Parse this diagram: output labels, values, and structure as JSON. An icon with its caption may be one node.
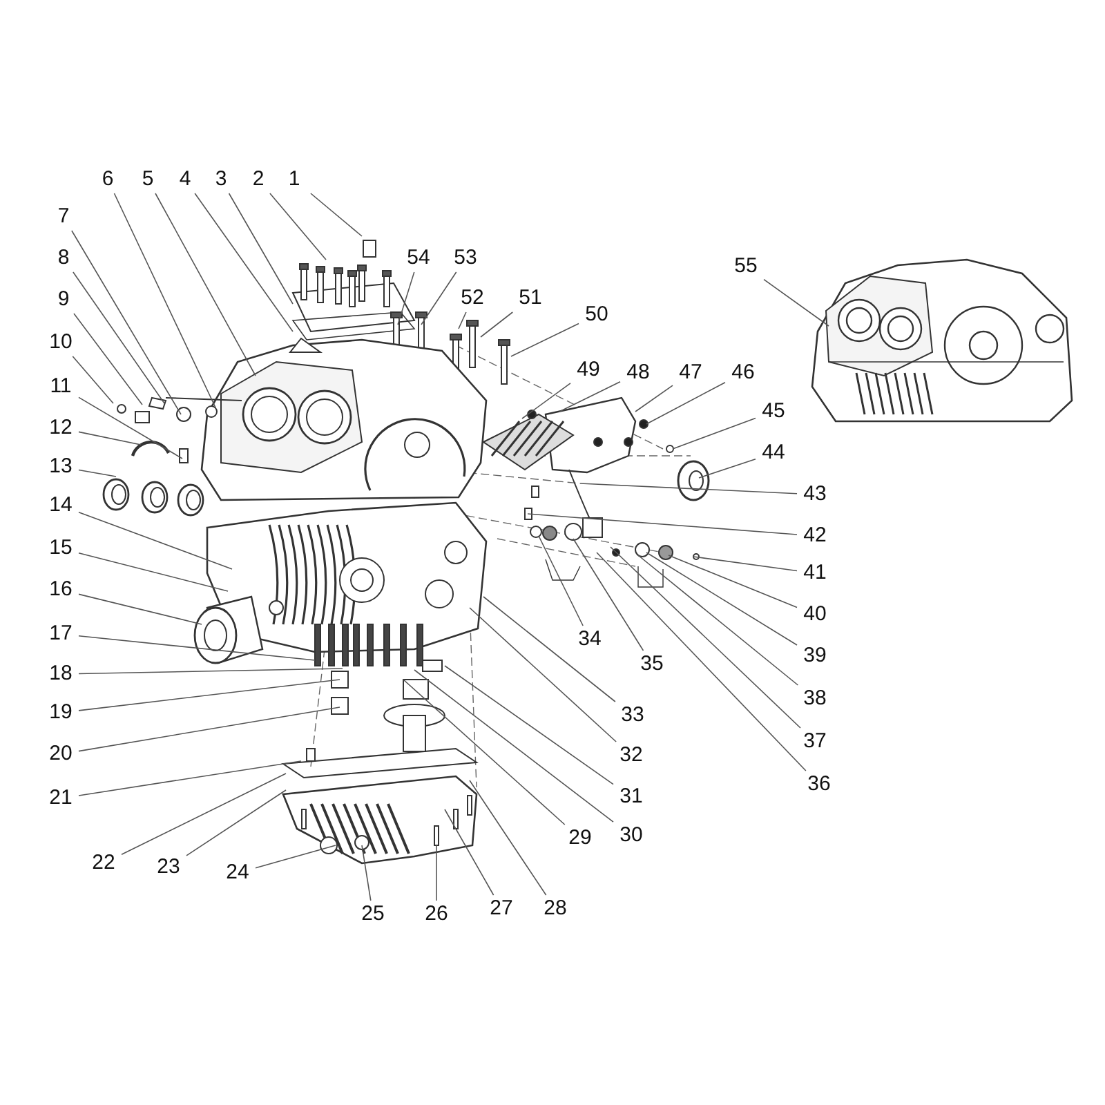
{
  "diagram": {
    "nodes": [
      {
        "text": [
          "1"
        ]
      },
      {
        "text": [
          "2"
        ]
      },
      {
        "text": [
          "3"
        ]
      },
      {
        "text": [
          "4"
        ]
      },
      {
        "text": [
          "5"
        ]
      },
      {
        "text": [
          "6"
        ]
      },
      {
        "text": [
          "7"
        ]
      },
      {
        "text": [
          "8"
        ]
      },
      {
        "text": [
          "9"
        ]
      },
      {
        "text": [
          "10"
        ]
      },
      {
        "text": [
          "11"
        ]
      },
      {
        "text": [
          "12"
        ]
      },
      {
        "text": [
          "13"
        ]
      },
      {
        "text": [
          "14"
        ]
      },
      {
        "text": [
          "15"
        ]
      },
      {
        "text": [
          "16"
        ]
      },
      {
        "text": [
          "17"
        ]
      },
      {
        "text": [
          "18"
        ]
      },
      {
        "text": [
          "19"
        ]
      },
      {
        "text": [
          "20"
        ]
      },
      {
        "text": [
          "21"
        ]
      },
      {
        "text": [
          "22"
        ]
      },
      {
        "text": [
          "23"
        ]
      },
      {
        "text": [
          "24"
        ]
      },
      {
        "text": [
          "25"
        ]
      },
      {
        "text": [
          "26"
        ]
      },
      {
        "text": [
          "27"
        ]
      },
      {
        "text": [
          "28"
        ]
      },
      {
        "text": [
          "29"
        ]
      },
      {
        "text": [
          "30"
        ]
      },
      {
        "text": [
          "31"
        ]
      },
      {
        "text": [
          "32"
        ]
      },
      {
        "text": [
          "33"
        ]
      },
      {
        "text": [
          "34"
        ]
      },
      {
        "text": [
          "35"
        ]
      },
      {
        "text": [
          "36"
        ]
      },
      {
        "text": [
          "37"
        ]
      },
      {
        "text": [
          "38"
        ]
      },
      {
        "text": [
          "39"
        ]
      },
      {
        "text": [
          "40"
        ]
      },
      {
        "text": [
          "41"
        ]
      },
      {
        "text": [
          "42"
        ]
      },
      {
        "text": [
          "43"
        ]
      },
      {
        "text": [
          "44"
        ]
      },
      {
        "text": [
          "45"
        ]
      },
      {
        "text": [
          "46"
        ]
      },
      {
        "text": [
          "47"
        ]
      },
      {
        "text": [
          "48"
        ]
      },
      {
        "text": [
          "49"
        ]
      },
      {
        "text": [
          "50"
        ]
      },
      {
        "text": [
          "51"
        ]
      },
      {
        "text": [
          "52"
        ]
      },
      {
        "text": [
          "53"
        ]
      },
      {
        "text": [
          "54"
        ]
      },
      {
        "text": [
          "55"
        ]
      }
    ],
    "edges": [
      {
        "from": 0,
        "to": null,
        "arrow": "none"
      },
      {
        "from": 1,
        "to": null,
        "arrow": "none"
      },
      {
        "from": 2,
        "to": null,
        "arrow": "none"
      },
      {
        "from": 3,
        "to": null,
        "arrow": "none"
      },
      {
        "from": 4,
        "to": null,
        "arrow": "none"
      },
      {
        "from": 5,
        "to": null,
        "arrow": "none"
      },
      {
        "from": 6,
        "to": null,
        "arrow": "none"
      },
      {
        "from": 7,
        "to": null,
        "arrow": "none"
      },
      {
        "from": 8,
        "to": null,
        "arrow": "none"
      },
      {
        "from": 9,
        "to": null,
        "arrow": "none"
      },
      {
        "from": 10,
        "to": null,
        "arrow": "none"
      },
      {
        "from": 11,
        "to": null,
        "arrow": "none"
      },
      {
        "from": 12,
        "to": null,
        "arrow": "none"
      },
      {
        "from": 13,
        "to": null,
        "arrow": "none"
      },
      {
        "from": 14,
        "to": null,
        "arrow": "none"
      },
      {
        "from": 15,
        "to": null,
        "arrow": "none"
      },
      {
        "from": 16,
        "to": null,
        "arrow": "none"
      },
      {
        "from": 17,
        "to": null,
        "arrow": "none"
      },
      {
        "from": 18,
        "to": null,
        "arrow": "none"
      },
      {
        "from": 19,
        "to": null,
        "arrow": "none"
      },
      {
        "from": 20,
        "to": null,
        "arrow": "none"
      },
      {
        "from": 21,
        "to": null,
        "arrow": "none"
      },
      {
        "from": 22,
        "to": null,
        "arrow": "none"
      },
      {
        "from": 23,
        "to": null,
        "arrow": "none"
      },
      {
        "from": 24,
        "to": null,
        "arrow": "none"
      },
      {
        "from": 25,
        "to": null,
        "arrow": "none"
      },
      {
        "from": 26,
        "to": null,
        "arrow": "none"
      },
      {
        "from": 27,
        "to": null,
        "arrow": "none"
      },
      {
        "from": 28,
        "to": null,
        "arrow": "none"
      },
      {
        "from": 29,
        "to": null,
        "arrow": "none"
      },
      {
        "from": 30,
        "to": null,
        "arrow": "none"
      },
      {
        "from": 31,
        "to": null,
        "arrow": "none"
      },
      {
        "from": 32,
        "to": null,
        "arrow": "none"
      },
      {
        "from": 33,
        "to": null,
        "arrow": "none"
      },
      {
        "from": 34,
        "to": null,
        "arrow": "none"
      },
      {
        "from": 35,
        "to": null,
        "arrow": "none"
      },
      {
        "from": 36,
        "to": null,
        "arrow": "none"
      },
      {
        "from": 37,
        "to": null,
        "arrow": "none"
      },
      {
        "from": 38,
        "to": null,
        "arrow": "none"
      },
      {
        "from": 39,
        "to": null,
        "arrow": "none"
      },
      {
        "from": 40,
        "to": null,
        "arrow": "none"
      },
      {
        "from": 41,
        "to": null,
        "arrow": "none"
      },
      {
        "from": 42,
        "to": null,
        "arrow": "none"
      },
      {
        "from": 43,
        "to": null,
        "arrow": "none"
      },
      {
        "from": 44,
        "to": null,
        "arrow": "none"
      },
      {
        "from": 45,
        "to": null,
        "arrow": "none"
      },
      {
        "from": 46,
        "to": null,
        "arrow": "none"
      },
      {
        "from": 47,
        "to": null,
        "arrow": "none"
      },
      {
        "from": 48,
        "to": null,
        "arrow": "none"
      },
      {
        "from": 49,
        "to": null,
        "arrow": "none"
      },
      {
        "from": 50,
        "to": null,
        "arrow": "none"
      },
      {
        "from": 51,
        "to": null,
        "arrow": "none"
      },
      {
        "from": 52,
        "to": null,
        "arrow": "none"
      },
      {
        "from": 53,
        "to": null,
        "arrow": "none"
      },
      {
        "from": 54,
        "to": null,
        "arrow": "none"
      }
    ]
  }
}
